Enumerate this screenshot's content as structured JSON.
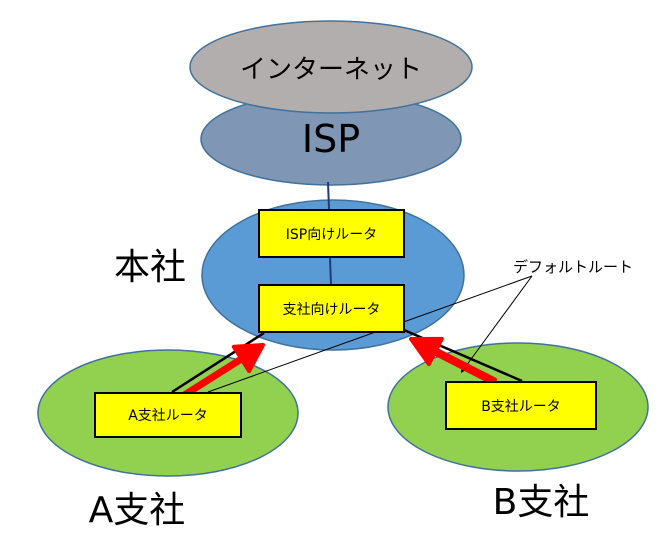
{
  "nodes": {
    "internet": {
      "label": "インターネット"
    },
    "isp": {
      "label": "ISP"
    },
    "hq": {
      "label": "本社",
      "isp_router": "ISP向けルータ",
      "branch_router": "支社向けルータ"
    },
    "branch_a": {
      "label": "A支社",
      "router": "A支社ルータ"
    },
    "branch_b": {
      "label": "B支社",
      "router": "B支社ルータ"
    }
  },
  "annotation": {
    "default_route": "デフォルトルート"
  },
  "colors": {
    "internet_fill": "#b3aeae",
    "isp_fill": "#7f96b4",
    "hq_fill": "#5b9bd5",
    "branch_fill": "#92d050",
    "ellipse_stroke": "#41719c",
    "router_fill": "#ffff00",
    "arrow": "#ff0000",
    "link": "#000000",
    "uplink": "#1f3c78"
  }
}
